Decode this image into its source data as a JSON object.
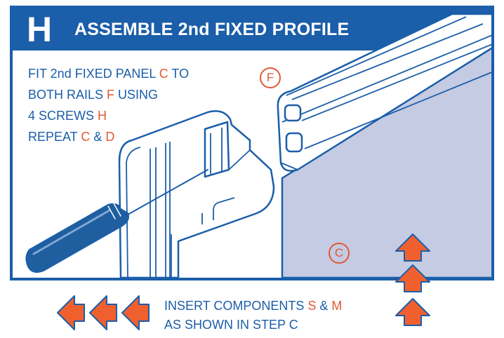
{
  "header": {
    "step_letter": "H",
    "title": "ASSEMBLE 2nd FIXED PROFILE",
    "background_color": "#1b5ea9"
  },
  "instructions": {
    "line1": {
      "text": "FIT 2nd FIXED PANEL ",
      "ref": "C",
      "text_after": " TO"
    },
    "line2": {
      "text": "BOTH RAILS ",
      "ref": "F",
      "text_after": " USING"
    },
    "line3": {
      "text": "4 SCREWS ",
      "ref": "H"
    },
    "line4": {
      "text": "REPEAT ",
      "ref1": "C",
      "mid": " & ",
      "ref2": "D"
    },
    "text_color": "#1b5ea9",
    "ref_color": "#e05a36"
  },
  "callouts": {
    "rail_label": "F",
    "panel_label": "C"
  },
  "bottom_note": {
    "line1_text": "INSERT COMPONENTS ",
    "ref1": "S",
    "mid": " & ",
    "ref2": "M",
    "line2": "AS SHOWN IN STEP C"
  },
  "arrows": {
    "left_arrow_count": 3,
    "up_arrow_count": 3,
    "fill_color": "#f0602e",
    "outline_color": "#1b5ea9"
  },
  "icons": {
    "tool": "screwdriver-icon",
    "left_arrows": "arrow-left-icon",
    "up_arrows": "arrow-up-icon"
  },
  "panel_color": "#c5cbe3"
}
